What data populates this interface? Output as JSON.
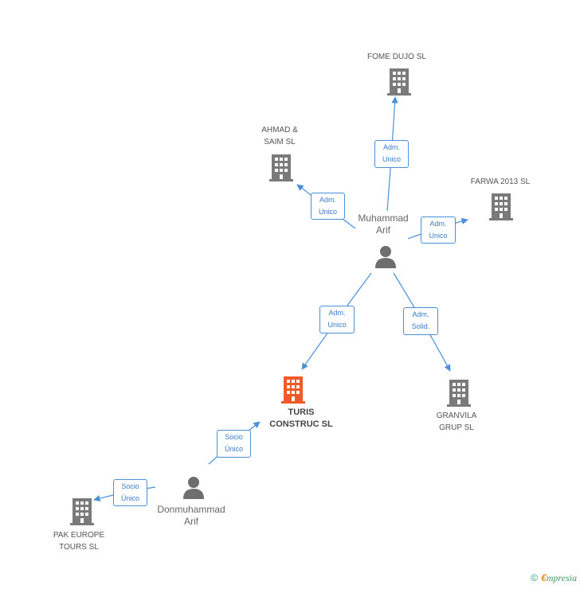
{
  "nodes": {
    "fome_dujo": {
      "label": "FOME DUJO SL",
      "kind": "company"
    },
    "ahmad_saim": {
      "label_lines": [
        "AHMAD &",
        "SAIM SL"
      ],
      "kind": "company"
    },
    "farwa_2013": {
      "label": "FARWA 2013  SL",
      "kind": "company"
    },
    "muhammad_arif": {
      "label_lines": [
        "Muhammad",
        "Arif"
      ],
      "kind": "person"
    },
    "turis_construc": {
      "label_lines": [
        "TURIS",
        "CONSTRUC SL"
      ],
      "kind": "company",
      "highlight": true
    },
    "granvila_grup": {
      "label_lines": [
        "GRANVILA",
        "GRUP SL"
      ],
      "kind": "company"
    },
    "donmuhammad_arif": {
      "label_lines": [
        "Donmuhammad",
        "Arif"
      ],
      "kind": "person"
    },
    "pak_europe_tours": {
      "label_lines": [
        "PAK EUROPE",
        "TOURS SL"
      ],
      "kind": "company"
    }
  },
  "edges": {
    "ma_fome": {
      "lines": [
        "Adm.",
        "Unico"
      ]
    },
    "ma_ahmad": {
      "lines": [
        "Adm.",
        "Unico"
      ]
    },
    "ma_farwa": {
      "lines": [
        "Adm.",
        "Unico"
      ]
    },
    "ma_turis": {
      "lines": [
        "Adm.",
        "Unico"
      ]
    },
    "ma_granvila": {
      "lines": [
        "Adm.",
        "Solid."
      ]
    },
    "da_turis": {
      "lines": [
        "Socio",
        "Único"
      ]
    },
    "da_pak": {
      "lines": [
        "Socio",
        "Único"
      ]
    }
  },
  "footer": {
    "copyright": "©",
    "brand_first": "€",
    "brand_rest": "mpresia"
  },
  "colors": {
    "company": "#7a7a7a",
    "highlight": "#f05a28",
    "person": "#6e6e6e",
    "edge": "#4a8fd8"
  }
}
